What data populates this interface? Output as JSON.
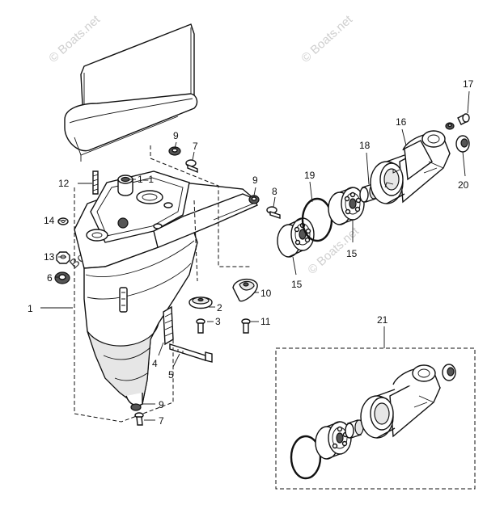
{
  "watermarks": [
    {
      "text": "© Boats.net"
    },
    {
      "text": "© Boats.net"
    },
    {
      "text": "© Boats.net"
    },
    {
      "text": "Boats.net"
    }
  ],
  "parts": [
    {
      "id": "1",
      "label": "1"
    },
    {
      "id": "1-1",
      "label": "1–1"
    },
    {
      "id": "2",
      "label": "2"
    },
    {
      "id": "3",
      "label": "3"
    },
    {
      "id": "4",
      "label": "4"
    },
    {
      "id": "5",
      "label": "5"
    },
    {
      "id": "6",
      "label": "6"
    },
    {
      "id": "7a",
      "label": "7"
    },
    {
      "id": "7b",
      "label": "7"
    },
    {
      "id": "8",
      "label": "8"
    },
    {
      "id": "9a",
      "label": "9"
    },
    {
      "id": "9b",
      "label": "9"
    },
    {
      "id": "9c",
      "label": "9"
    },
    {
      "id": "10",
      "label": "10"
    },
    {
      "id": "11",
      "label": "11"
    },
    {
      "id": "12",
      "label": "12"
    },
    {
      "id": "13",
      "label": "13"
    },
    {
      "id": "14",
      "label": "14"
    },
    {
      "id": "15a",
      "label": "15"
    },
    {
      "id": "15b",
      "label": "15"
    },
    {
      "id": "16",
      "label": "16"
    },
    {
      "id": "17",
      "label": "17"
    },
    {
      "id": "18",
      "label": "18"
    },
    {
      "id": "19",
      "label": "19"
    },
    {
      "id": "20",
      "label": "20"
    },
    {
      "id": "21",
      "label": "21"
    }
  ]
}
